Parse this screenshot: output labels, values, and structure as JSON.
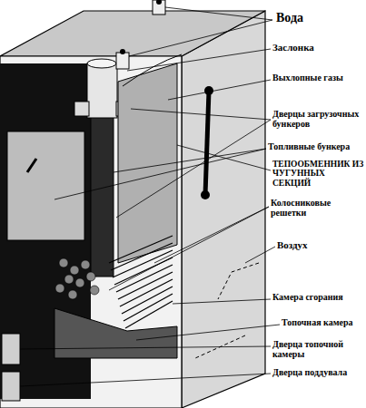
{
  "diagram": {
    "labels": [
      "Вода",
      "Заслонка",
      "Выхлопные газы",
      "Дверцы загрузочных бункеров",
      "Топливные бункера",
      "ТЕПООБМЕННИК ИЗ ЧУГУННЫХ СЕКЦИЙ",
      "Колосниковые решетки",
      "Воздух",
      "Камера сгорания",
      "Топочная камера",
      "Дверца топочной камеры",
      "Дверца поддувала"
    ]
  }
}
